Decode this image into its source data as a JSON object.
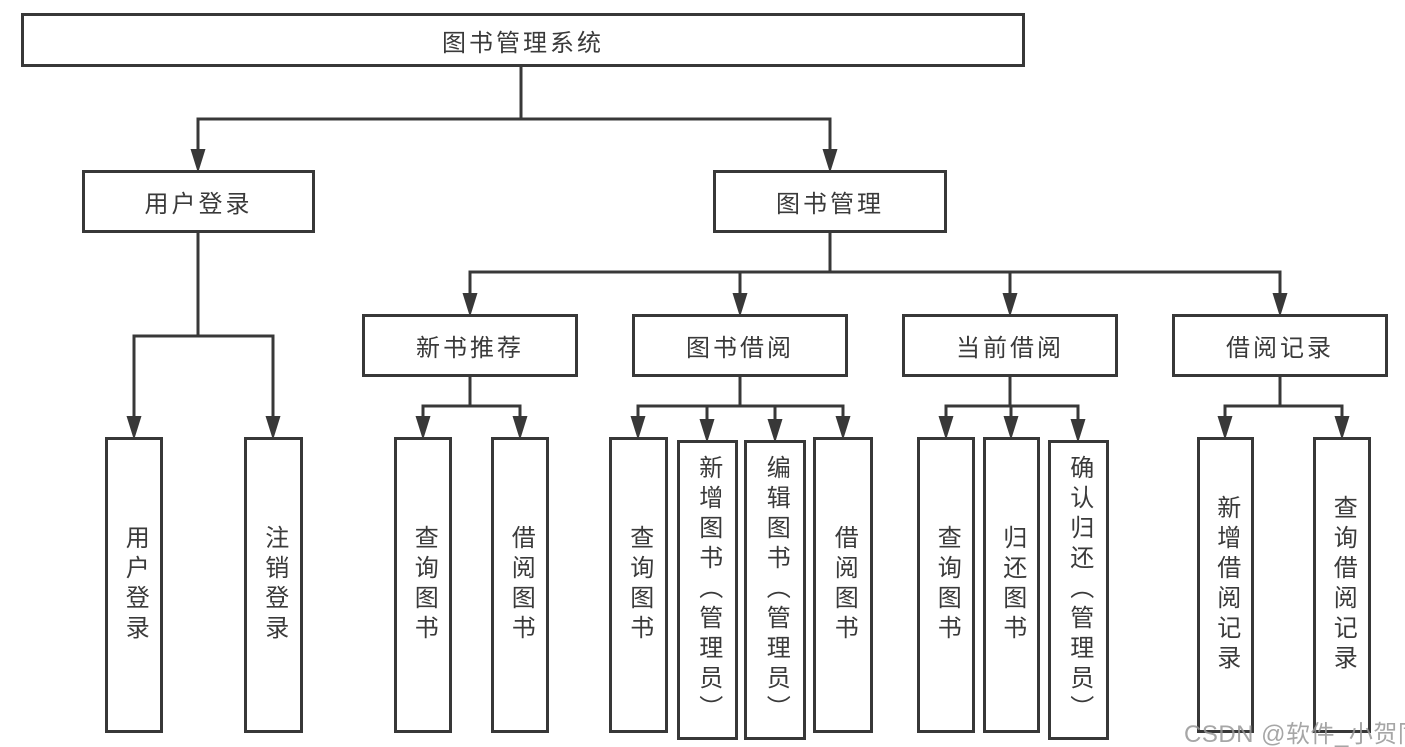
{
  "diagram_type": "hierarchy",
  "colors": {
    "line": "#383838",
    "box_border": "#383838",
    "text": "#3a3a3a",
    "watermark": "#969696",
    "background": "#ffffff"
  },
  "tree": {
    "label": "图书管理系统",
    "children": [
      {
        "label": "用户登录",
        "children": [
          {
            "label": "用户登录"
          },
          {
            "label": "注销登录"
          }
        ]
      },
      {
        "label": "图书管理",
        "children": [
          {
            "label": "新书推荐",
            "children": [
              {
                "label": "查询图书"
              },
              {
                "label": "借阅图书"
              }
            ]
          },
          {
            "label": "图书借阅",
            "children": [
              {
                "label": "查询图书"
              },
              {
                "label": "新增图书（管理员）"
              },
              {
                "label": "编辑图书（管理员）"
              },
              {
                "label": "借阅图书"
              }
            ]
          },
          {
            "label": "当前借阅",
            "children": [
              {
                "label": "查询图书"
              },
              {
                "label": "归还图书"
              },
              {
                "label": "确认归还（管理员）"
              }
            ]
          },
          {
            "label": "借阅记录",
            "children": [
              {
                "label": "新增借阅记录"
              },
              {
                "label": "查询借阅记录"
              }
            ]
          }
        ]
      }
    ]
  },
  "watermark": {
    "text": "CSDN @软件_小贺同学"
  }
}
